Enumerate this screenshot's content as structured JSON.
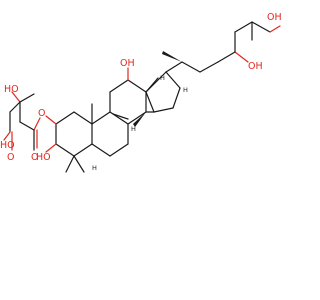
{
  "structure": {
    "background": "#ffffff",
    "colors": {
      "bond": "#1a1a1a",
      "heteroatom": "#e0281e"
    },
    "labels": {
      "oh_top_right": "OH",
      "oh_side_chain": "OH",
      "oh_c12": "OH",
      "h_c17": "H",
      "h_c13": "H",
      "h_c14": "H",
      "o_ester": "O",
      "o_carbonyl": "O",
      "ho_acid": "HO",
      "o_acid": "O",
      "ho_hmg": "HO",
      "ho_c3": "HO",
      "h_c5": "H"
    }
  }
}
